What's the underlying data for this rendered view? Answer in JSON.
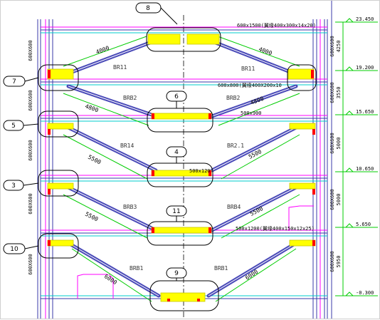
{
  "drawing": {
    "callouts": [
      {
        "id": "c8",
        "label": "8"
      },
      {
        "id": "c7",
        "label": "7"
      },
      {
        "id": "c6",
        "label": "6"
      },
      {
        "id": "c5",
        "label": "5"
      },
      {
        "id": "c4",
        "label": "4"
      },
      {
        "id": "c3",
        "label": "3"
      },
      {
        "id": "c11",
        "label": "11"
      },
      {
        "id": "c10",
        "label": "10"
      },
      {
        "id": "c9",
        "label": "9"
      }
    ],
    "elevations": [
      {
        "id": "e1",
        "value": "23.450"
      },
      {
        "id": "e2",
        "value": "19.200"
      },
      {
        "id": "e3",
        "value": "15.650"
      },
      {
        "id": "e4",
        "value": "10.650"
      },
      {
        "id": "e5",
        "value": "5.650"
      },
      {
        "id": "e6",
        "value": "-0.300"
      }
    ],
    "story_heights": [
      {
        "id": "s1",
        "value": "4250"
      },
      {
        "id": "s2",
        "value": "3550"
      },
      {
        "id": "s3",
        "value": "5000"
      },
      {
        "id": "s4",
        "value": "5000"
      },
      {
        "id": "s5",
        "value": "5950"
      }
    ],
    "right_column_labels": [
      {
        "id": "r1",
        "value": "600X600"
      },
      {
        "id": "r2",
        "value": "600X600"
      },
      {
        "id": "r3",
        "value": "600X600"
      },
      {
        "id": "r4",
        "value": "600X600"
      },
      {
        "id": "r5",
        "value": "600X600"
      }
    ],
    "left_column_labels": [
      {
        "id": "l1",
        "value": "600X600"
      },
      {
        "id": "l2",
        "value": "600X600"
      },
      {
        "id": "l3",
        "value": "600X600"
      },
      {
        "id": "l4",
        "value": "600X600"
      },
      {
        "id": "l5",
        "value": "600X600"
      }
    ],
    "beam_notes": [
      {
        "id": "b1",
        "value": "600x1500(翼缘400x300x14x20)"
      },
      {
        "id": "b2",
        "value": "600x800(翼缘400X200x10"
      },
      {
        "id": "b3",
        "value": "500x900"
      },
      {
        "id": "b4",
        "value": "500x120"
      },
      {
        "id": "b5",
        "value": "500x1200(翼缘400x150x12x25)"
      }
    ],
    "brace_labels": [
      {
        "id": "br1",
        "value": "BR11"
      },
      {
        "id": "br2",
        "value": "BR11"
      },
      {
        "id": "br3",
        "value": "BRB2"
      },
      {
        "id": "br4",
        "value": "BRB2"
      },
      {
        "id": "br5",
        "value": "BR14"
      },
      {
        "id": "br6",
        "value": "BR2.1"
      },
      {
        "id": "br7",
        "value": "BRB3"
      },
      {
        "id": "br8",
        "value": "BRB4"
      },
      {
        "id": "br9",
        "value": "BRB1"
      },
      {
        "id": "br10",
        "value": "BRB1"
      }
    ],
    "dimensions": [
      {
        "id": "d1",
        "value": "4000"
      },
      {
        "id": "d2",
        "value": "4000"
      },
      {
        "id": "d3",
        "value": "4800"
      },
      {
        "id": "d4",
        "value": "4800"
      },
      {
        "id": "d5",
        "value": "5500"
      },
      {
        "id": "d6",
        "value": "5500"
      },
      {
        "id": "d7",
        "value": "5500"
      },
      {
        "id": "d8",
        "value": "5500"
      },
      {
        "id": "d9",
        "value": "6000"
      },
      {
        "id": "d10",
        "value": "6000"
      }
    ],
    "colors": {
      "background": "#ffffff",
      "column": "#3a3aa8",
      "axis": "#ff00ff",
      "brace": "#4a4ab8",
      "dimension": "#00cc00",
      "node": "#ffff00",
      "node_edge": "#c8c800",
      "cut_mark": "#ff0000",
      "callout": "#000000",
      "elevation_line": "#00cccc"
    }
  }
}
